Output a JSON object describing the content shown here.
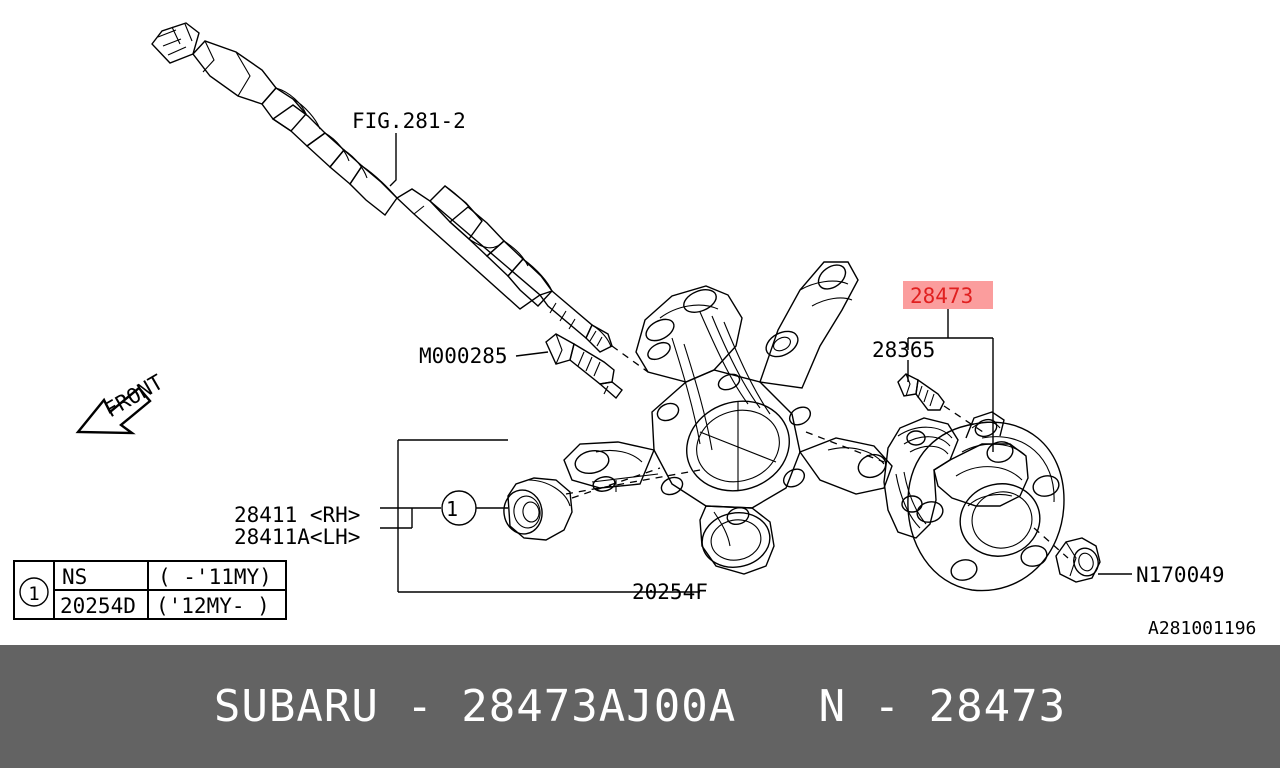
{
  "diagram": {
    "reference_code": "A281001196",
    "direction_marker": "FRONT",
    "figure_reference": "FIG.281-2",
    "callouts": [
      {
        "id": "fig-281-2",
        "text": "FIG.281-2",
        "highlighted": false
      },
      {
        "id": "m000285",
        "text": "M000285",
        "highlighted": false
      },
      {
        "id": "28365",
        "text": "28365",
        "highlighted": false
      },
      {
        "id": "28473",
        "text": "28473",
        "highlighted": true
      },
      {
        "id": "n170049",
        "text": "N170049",
        "highlighted": false
      },
      {
        "id": "20254f",
        "text": "20254F",
        "highlighted": false
      },
      {
        "id": "28411-rh",
        "text": "28411 <RH>",
        "highlighted": false
      },
      {
        "id": "28411a-lh",
        "text": "28411A<LH>",
        "highlighted": false
      },
      {
        "id": "circle-1-a",
        "text": "1",
        "highlighted": false
      },
      {
        "id": "circle-1-b",
        "text": "1",
        "highlighted": false
      }
    ],
    "legend": {
      "marker": "1",
      "rows": [
        {
          "part": "NS",
          "note": "( -'11MY)"
        },
        {
          "part": "20254D",
          "note": "('12MY- )"
        }
      ]
    },
    "colors": {
      "highlight_bg": "#fb9d9d",
      "highlight_text": "#e02020",
      "line": "#000000",
      "footer_bg": "#636363",
      "footer_text": "#ffffff",
      "background": "#ffffff"
    }
  },
  "footer": {
    "brand": "SUBARU",
    "separator": "-",
    "part_number": "28473AJ00A",
    "group_prefix": "N",
    "group_number": "28473",
    "full_text": "SUBARU - 28473AJ00A   N - 28473"
  }
}
